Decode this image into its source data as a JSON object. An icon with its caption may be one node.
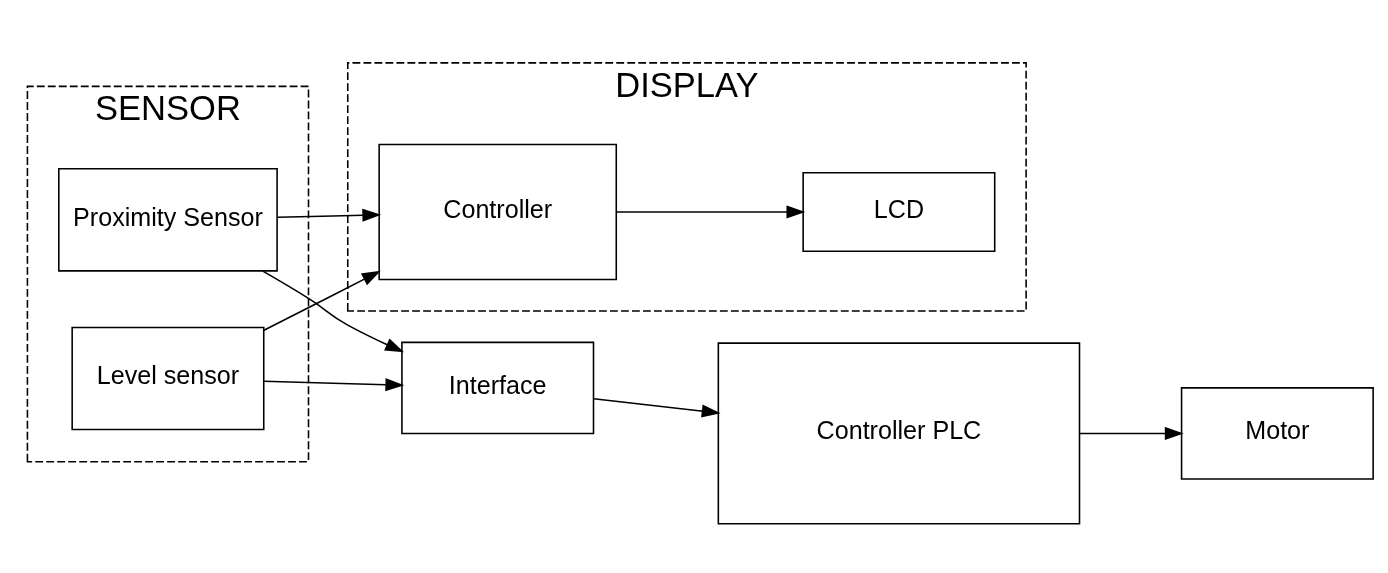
{
  "diagram": {
    "nodes": [
      {
        "text": [
          "SENSOR"
        ]
      },
      {
        "text": [
          "Proximity Sensor"
        ],
        "in": 0
      },
      {
        "text": [
          "Level sensor"
        ],
        "in": 0
      },
      {
        "text": [
          "DISPLAY"
        ]
      },
      {
        "text": [
          "Controller"
        ],
        "in": 3
      },
      {
        "text": [
          "LCD"
        ],
        "in": 3
      },
      {
        "text": [
          "Interface"
        ]
      },
      {
        "text": [
          "Controller PLC"
        ]
      },
      {
        "text": [
          "Motor"
        ]
      }
    ],
    "edges": [
      {
        "from": 1,
        "to": 4,
        "arrow": "to"
      },
      {
        "from": 2,
        "to": 4,
        "arrow": "to"
      },
      {
        "from": 4,
        "to": 5,
        "arrow": "to"
      },
      {
        "from": 1,
        "to": 6,
        "arrow": "to"
      },
      {
        "from": 2,
        "to": 6,
        "arrow": "to"
      },
      {
        "from": 6,
        "to": 7,
        "arrow": "to"
      },
      {
        "from": 7,
        "to": 8,
        "arrow": "to"
      }
    ]
  }
}
